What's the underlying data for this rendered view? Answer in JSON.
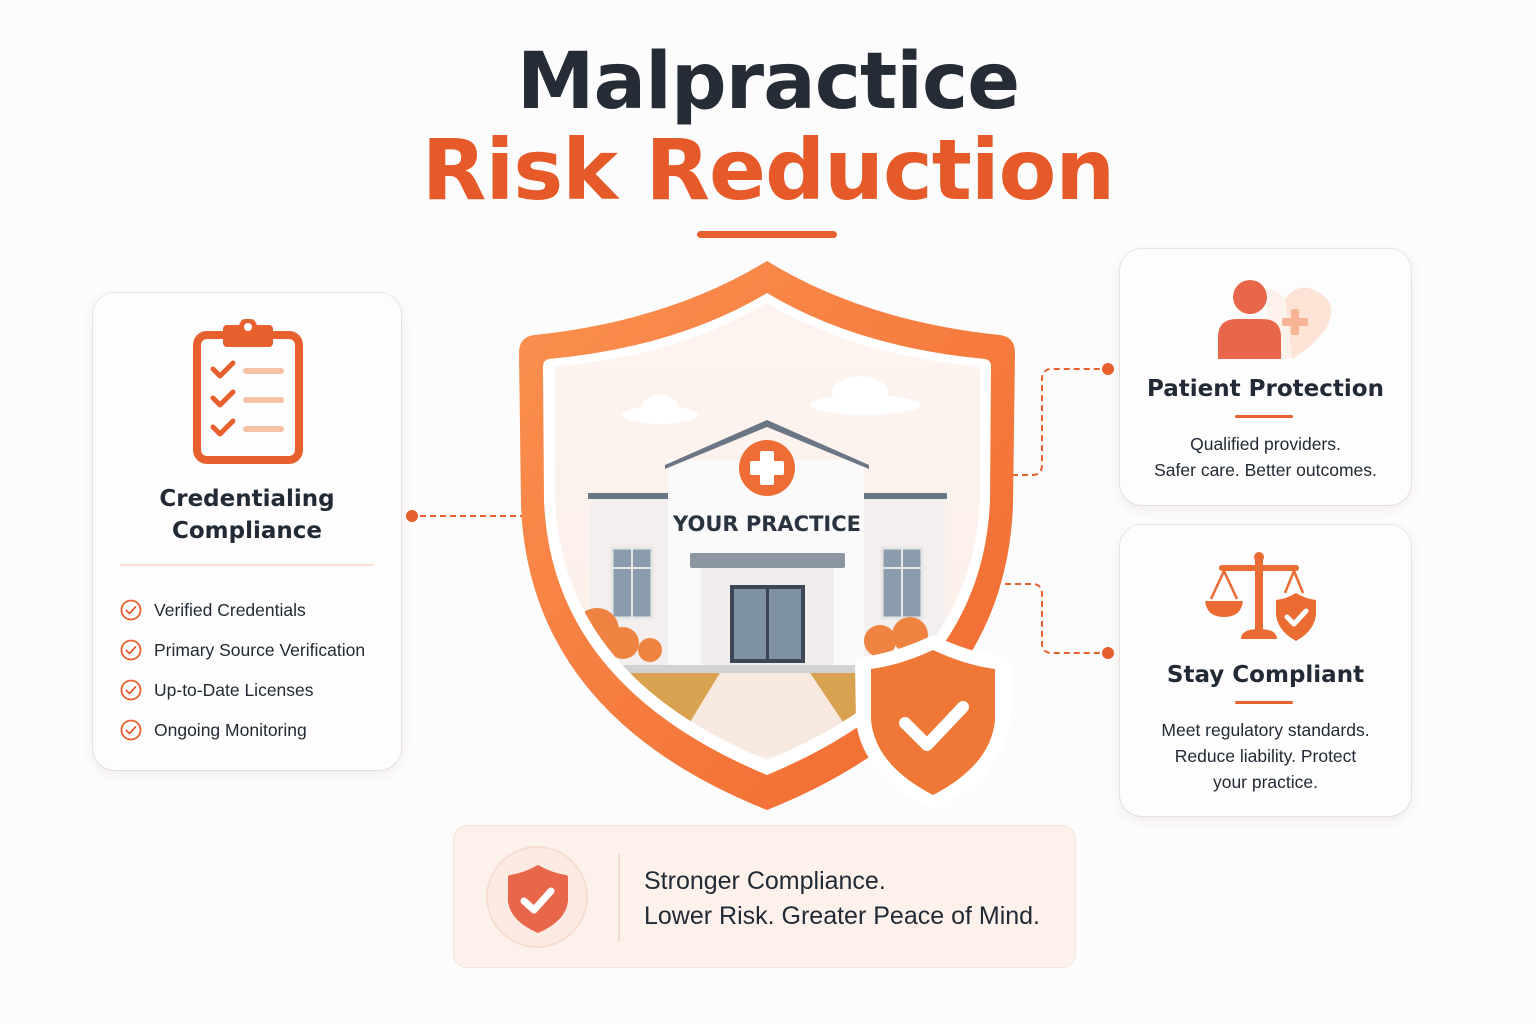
{
  "header": {
    "title_line1": "Malpractice",
    "title_line2": "Risk Reduction"
  },
  "colors": {
    "accent": "#e8602e",
    "accent_light": "#f7c3a6",
    "title_dark": "#252c36",
    "text": "#222a35",
    "card_bg": "#fefdfd",
    "banner_bg": "#fdf1ec"
  },
  "left_card": {
    "icon": "clipboard-checklist-icon",
    "title_line1": "Credentialing",
    "title_line2": "Compliance",
    "items": [
      {
        "icon": "check-circle-icon",
        "label": "Verified Credentials"
      },
      {
        "icon": "check-circle-icon",
        "label": "Primary Source Verification"
      },
      {
        "icon": "check-circle-icon",
        "label": "Up-to-Date Licenses"
      },
      {
        "icon": "check-circle-icon",
        "label": "Ongoing Monitoring"
      }
    ]
  },
  "center": {
    "icon": "shield-icon",
    "building_label": "YOUR PRACTICE",
    "badge_icon": "shield-check-icon"
  },
  "right_cards": [
    {
      "icon": "patient-heart-cross-icon",
      "title": "Patient Protection",
      "desc_line1": "Qualified providers.",
      "desc_line2": "Safer care. Better outcomes."
    },
    {
      "icon": "scales-shield-icon",
      "title": "Stay Compliant",
      "desc_line1": "Meet regulatory standards.",
      "desc_line2": "Reduce liability. Protect",
      "desc_line3": "your practice."
    }
  ],
  "banner": {
    "icon": "shield-check-icon",
    "line1": "Stronger Compliance.",
    "line2": "Lower Risk. Greater Peace of Mind."
  }
}
